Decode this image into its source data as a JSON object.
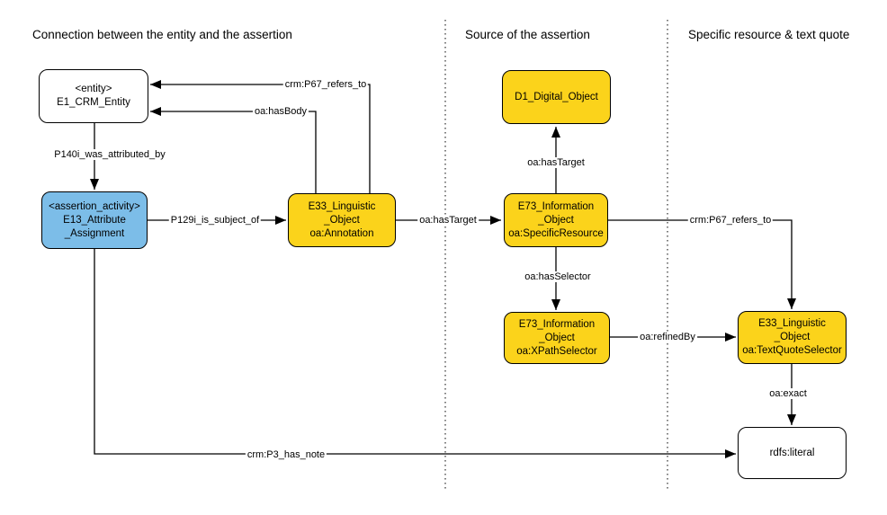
{
  "diagram": {
    "sections": [
      {
        "title": "Connection between the entity and the assertion"
      },
      {
        "title": "Source of the assertion"
      },
      {
        "title": "Specific resource & text quote"
      }
    ],
    "nodes": {
      "entity": {
        "lines": [
          "<entity>",
          "E1_CRM_Entity"
        ],
        "fill": "#ffffff"
      },
      "assertion": {
        "lines": [
          "<assertion_activity>",
          "E13_Attribute",
          "_Assignment"
        ],
        "fill": "#7cbde8"
      },
      "annotation": {
        "lines": [
          "E33_Linguistic",
          "_Object",
          "oa:Annotation"
        ],
        "fill": "#fbd31b"
      },
      "digital_object": {
        "lines": [
          "D1_Digital_Object"
        ],
        "fill": "#fbd31b"
      },
      "specific_resource": {
        "lines": [
          "E73_Information",
          "_Object",
          "oa:SpecificResource"
        ],
        "fill": "#fbd31b"
      },
      "xpath_selector": {
        "lines": [
          "E73_Information",
          "_Object",
          "oa:XPathSelector"
        ],
        "fill": "#fbd31b"
      },
      "text_quote_selector": {
        "lines": [
          "E33_Linguistic",
          "_Object",
          "oa:TextQuoteSelector"
        ],
        "fill": "#fbd31b"
      },
      "literal": {
        "lines": [
          "rdfs:literal"
        ],
        "fill": "#ffffff"
      }
    },
    "edges": {
      "p67_refers_to_left": "crm:P67_refers_to",
      "has_body": "oa:hasBody",
      "p140i_was_attributed_by": "P140i_was_attributed_by",
      "p129i_is_subject_of": "P129i_is_subject_of",
      "has_target_horizontal": "oa:hasTarget",
      "has_target_vertical": "oa:hasTarget",
      "p67_refers_to_right": "crm:P67_refers_to",
      "has_selector": "oa:hasSelector",
      "refined_by": "oa:refinedBy",
      "exact": "oa:exact",
      "p3_has_note": "crm:P3_has_note"
    },
    "colors": {
      "node_yellow": "#fbd31b",
      "node_blue": "#7cbde8",
      "node_white": "#ffffff",
      "stroke": "#000000"
    }
  }
}
